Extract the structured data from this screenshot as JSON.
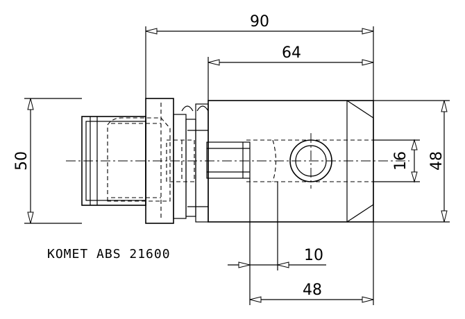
{
  "drawing": {
    "dimensions": {
      "overall_length": "90",
      "body_length": "64",
      "shank_diameter": "50",
      "body_diameter": "48",
      "bore_diameter": "16",
      "offset": "10",
      "bottom_length": "48"
    },
    "label": "KOMET ABS 21600"
  }
}
